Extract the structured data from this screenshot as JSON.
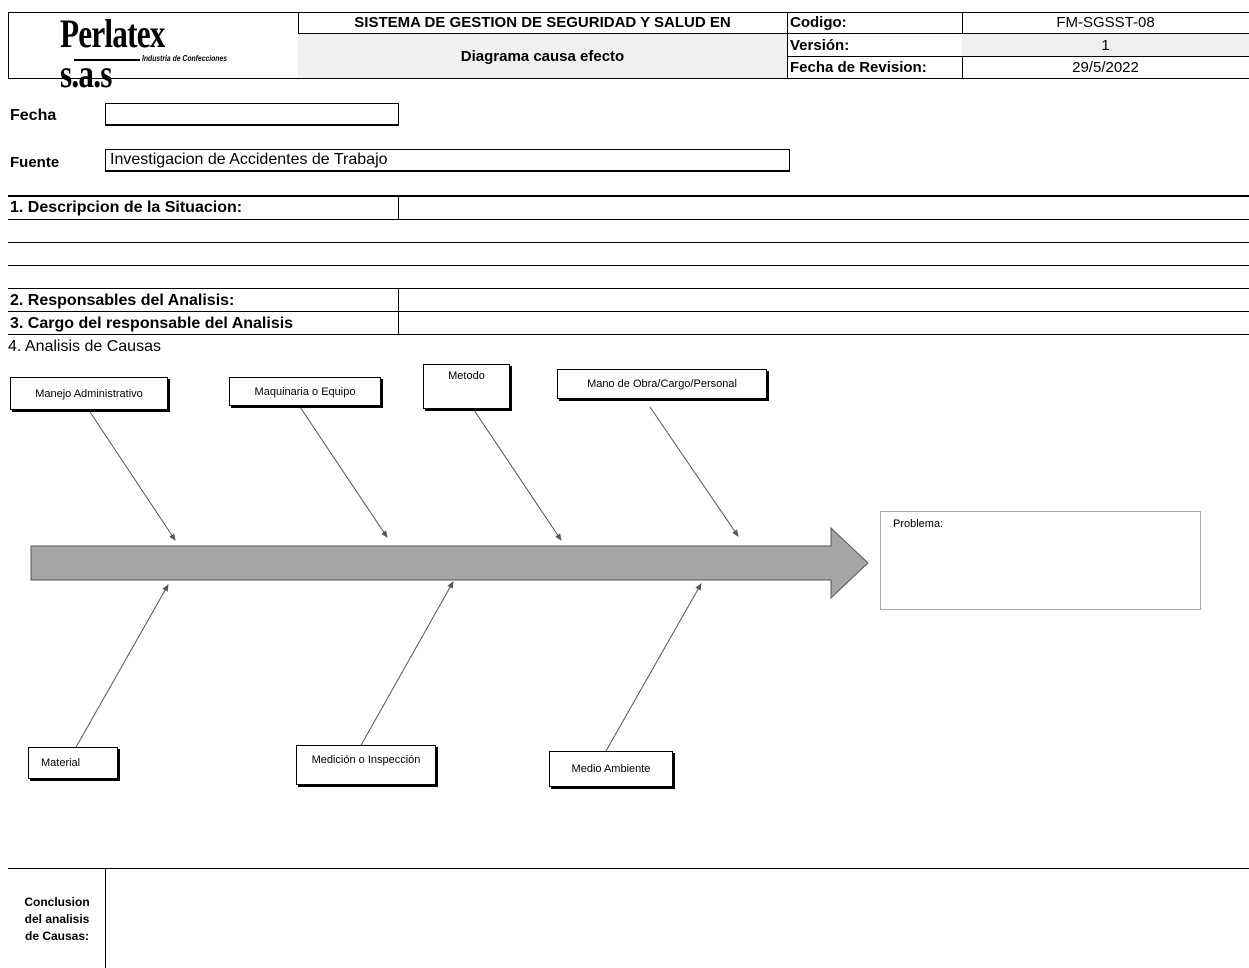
{
  "header": {
    "logo_text": "Perlatex s.a.s",
    "logo_tagline": "Industria de Confecciones",
    "system_title": "SISTEMA DE GESTION DE SEGURIDAD Y SALUD EN",
    "doc_title": "Diagrama causa efecto",
    "codigo_label": "Codigo:",
    "codigo_value": "FM-SGSST-08",
    "version_label": "Versión:",
    "version_value": "1",
    "fecha_rev_label": "Fecha de Revision:",
    "fecha_rev_value": "29/5/2022"
  },
  "form": {
    "fecha_label": "Fecha",
    "fecha_value": "",
    "fuente_label": "Fuente",
    "fuente_value": "Investigacion de Accidentes de Trabajo"
  },
  "sections": {
    "descripcion_label": "1. Descripcion de la Situacion:",
    "responsables_label": "2. Responsables del Analisis:",
    "cargo_label": "3. Cargo del responsable del Analisis",
    "analisis_label": "4. Analisis de Causas"
  },
  "diagram": {
    "top_causes": [
      "Manejo Administrativo",
      "Maquinaria o Equipo",
      "Metodo",
      "Mano de Obra/Cargo/Personal"
    ],
    "bottom_causes": [
      "Material",
      "Medición o Inspección",
      "Medio Ambiente"
    ],
    "problem_label": "Problema:"
  },
  "conclusion": {
    "label_line1": "Conclusion",
    "label_line2": "del analisis",
    "label_line3": "de Causas:"
  }
}
